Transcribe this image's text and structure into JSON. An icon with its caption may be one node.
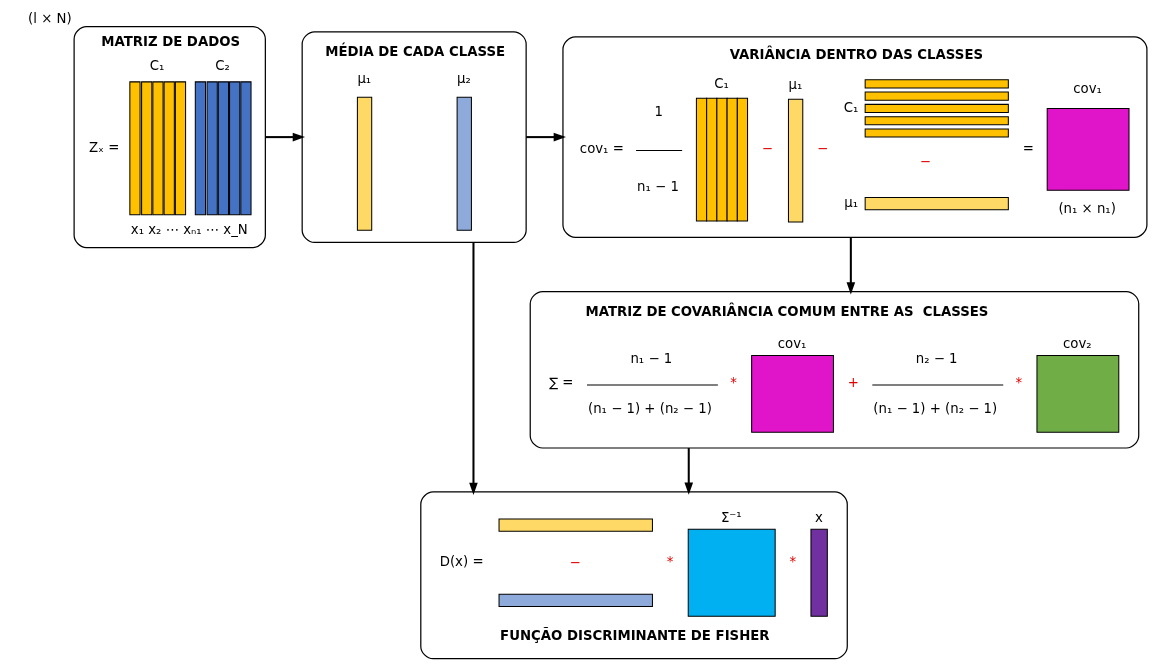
{
  "diagram": {
    "nodes": [
      {
        "text": [
          "MATRIZ DE DADOS",
          "Zₓ =",
          "C₁",
          "C₂",
          "x₁ x₂ ⋯ xₙ₁ ⋯ x_N"
        ],
        "beside": [
          "(l × N)"
        ]
      },
      {
        "text": [
          "MÉDIA DE CADA CLASSE",
          "μ₁",
          "μ₂"
        ]
      },
      {
        "text": [
          "VARIÂNCIA DENTRO DAS CLASSES",
          "cov₁ =",
          "1",
          "n₁ − 1",
          "C₁",
          "−",
          "μ₁",
          "−",
          "C₁",
          "−",
          "μ₁",
          "=",
          "cov₁",
          "(n₁ × n₁)"
        ]
      },
      {
        "text": [
          "MATRIZ DE COVARIÂNCIA COMUM ENTRE AS  CLASSES",
          "∑ =",
          "n₁ − 1",
          "(n₁ − 1) + (n₂ − 1)",
          "*",
          "cov₁",
          "+",
          "n₂ − 1",
          "(n₁ − 1) + (n₂ − 1)",
          "*",
          "cov₂"
        ]
      },
      {
        "text": [
          "D(x) =",
          "−",
          "*",
          "Σ⁻¹",
          "*",
          "x",
          "FUNÇÃO DISCRIMINANTE DE FISHER"
        ]
      }
    ],
    "edges": [
      {
        "from": 0,
        "to": 1,
        "arrow": "to"
      },
      {
        "from": 1,
        "to": 2,
        "arrow": "to"
      },
      {
        "from": 2,
        "to": 3,
        "arrow": "to"
      },
      {
        "from": 3,
        "to": 4,
        "arrow": "to"
      },
      {
        "from": 1,
        "to": 4,
        "arrow": "to"
      }
    ]
  }
}
